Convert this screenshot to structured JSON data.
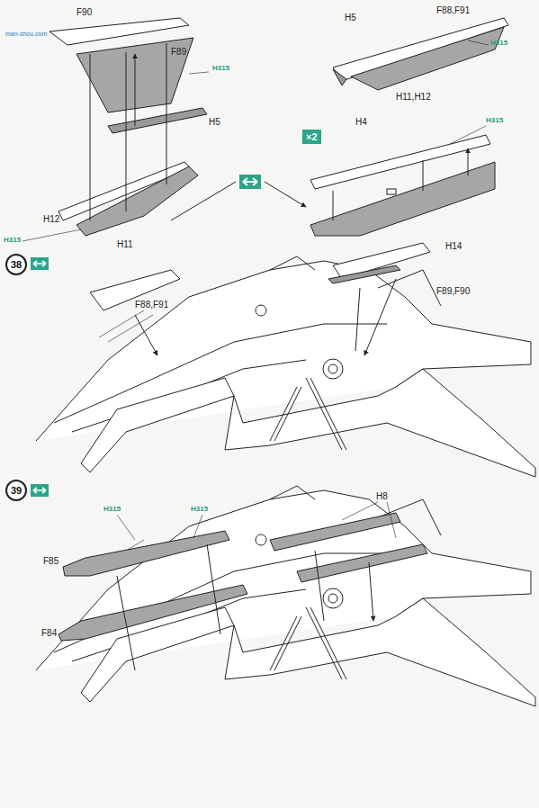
{
  "diagram": {
    "nodes": [
      {
        "text": [
          "38"
        ]
      },
      {
        "text": [
          "39"
        ]
      },
      {
        "text": [
          "×2"
        ]
      }
    ],
    "labels": [
      "F90",
      "F89",
      "H315",
      "H5",
      "H12",
      "H315",
      "H11",
      "F88,F91",
      "H5",
      "H315",
      "H11,H12",
      "H4",
      "H315",
      "H14",
      "F88,F91",
      "F89,F90",
      "H315",
      "H315",
      "H8",
      "F85",
      "F84",
      "man-shou.com"
    ]
  }
}
